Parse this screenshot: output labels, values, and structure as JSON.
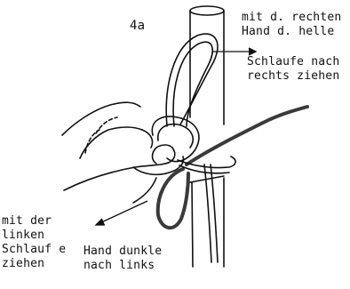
{
  "step_number": "4a",
  "labels": {
    "right_hand": [
      "mit d. rechten",
      "Hand d. helle"
    ],
    "right_loop": [
      "Schlaufe nach",
      "rechts ziehen"
    ],
    "left_hand": [
      "mit der",
      "linken",
      "Schlauf e",
      "ziehen"
    ],
    "dark_left": [
      "Hand dunkle",
      "nach links"
    ]
  },
  "colors": {
    "ink": "#111111",
    "dark_cord": "#3a3a3a",
    "paper": "#ffffff"
  }
}
